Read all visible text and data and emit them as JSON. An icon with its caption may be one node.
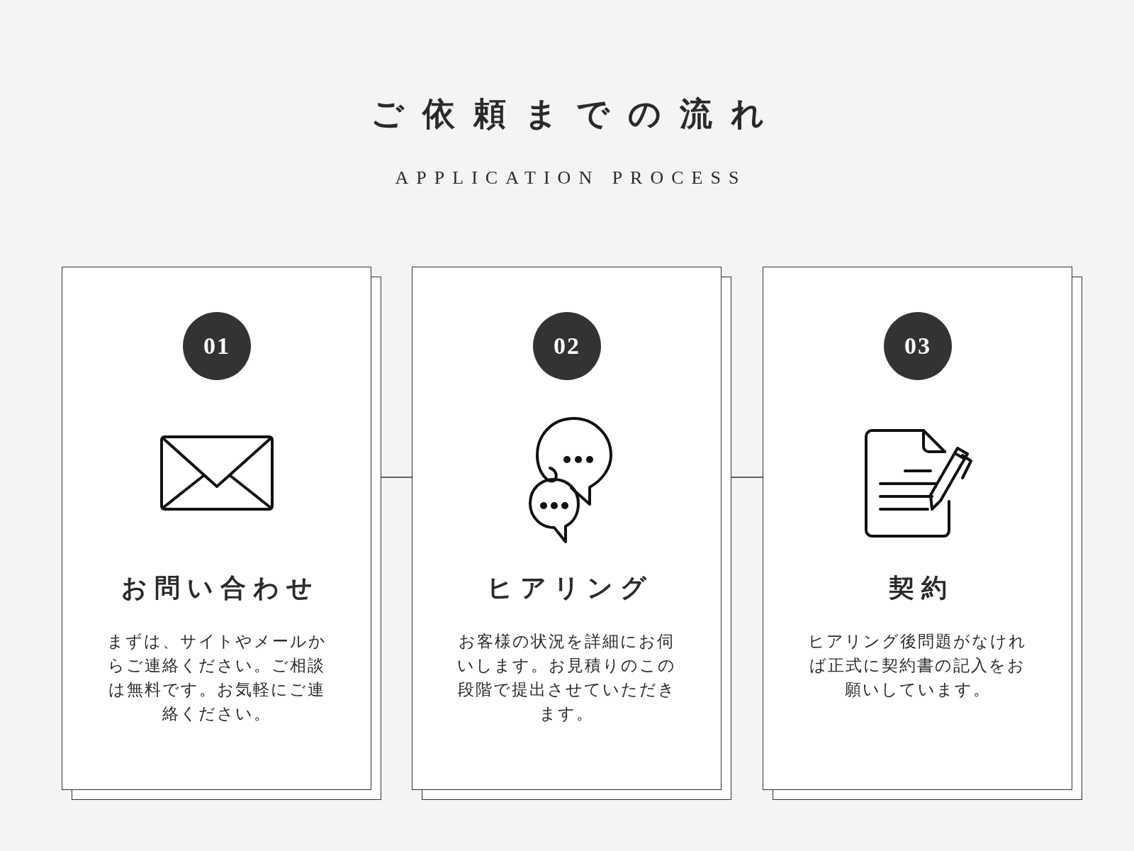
{
  "diagram": {
    "title": "ご依頼までの流れ",
    "nodes": [
      {
        "text": [
          "お問い合わせ",
          "まずは、サイトやメールからご連絡ください。ご相談は無料です。お気軽にご連絡ください。"
        ]
      },
      {
        "text": [
          "01"
        ],
        "in": 0
      },
      {
        "text": [
          "ヒアリング",
          "お客様の状況を詳細にお伺いします。お見積りのこの段階で提出させていただきます。"
        ]
      },
      {
        "text": [
          "02"
        ],
        "in": 2
      },
      {
        "text": [
          "契約",
          "ヒアリング後問題がなければ正式に契約書の記入をお願いしています。"
        ]
      },
      {
        "text": [
          "03"
        ],
        "in": 4
      }
    ],
    "edges": [
      {
        "from": 0,
        "to": 2,
        "arrow": "none"
      },
      {
        "from": 2,
        "to": 4,
        "arrow": "none"
      }
    ],
    "labels": [
      "APPLICATION PROCESS"
    ]
  }
}
